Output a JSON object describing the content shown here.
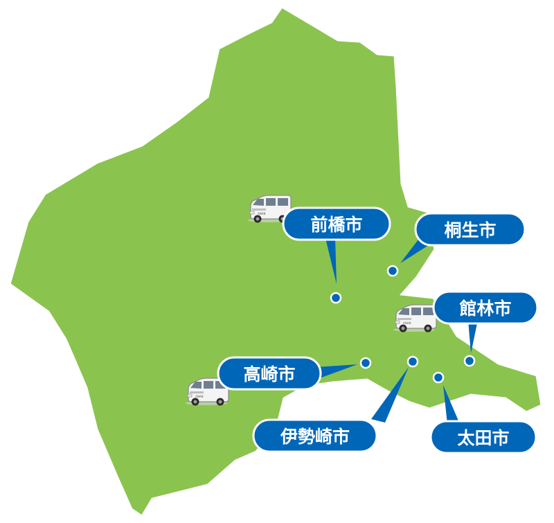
{
  "map": {
    "region_color": "#8bc34f",
    "region_border_color": "#ffffff",
    "label_fill_color": "#0066b8",
    "label_text_color": "#ffffff",
    "marker_color": "#0066b8",
    "vehicle_icon": "white-minivan-icon"
  },
  "cities": [
    {
      "key": "maebashi",
      "name": "前橋市",
      "has_vehicle": true
    },
    {
      "key": "kiryu",
      "name": "桐生市",
      "has_vehicle": false
    },
    {
      "key": "tatebayashi",
      "name": "館林市",
      "has_vehicle": true
    },
    {
      "key": "takasaki",
      "name": "高崎市",
      "has_vehicle": true
    },
    {
      "key": "isesaki",
      "name": "伊勢崎市",
      "has_vehicle": false
    },
    {
      "key": "ota",
      "name": "太田市",
      "has_vehicle": false
    }
  ]
}
